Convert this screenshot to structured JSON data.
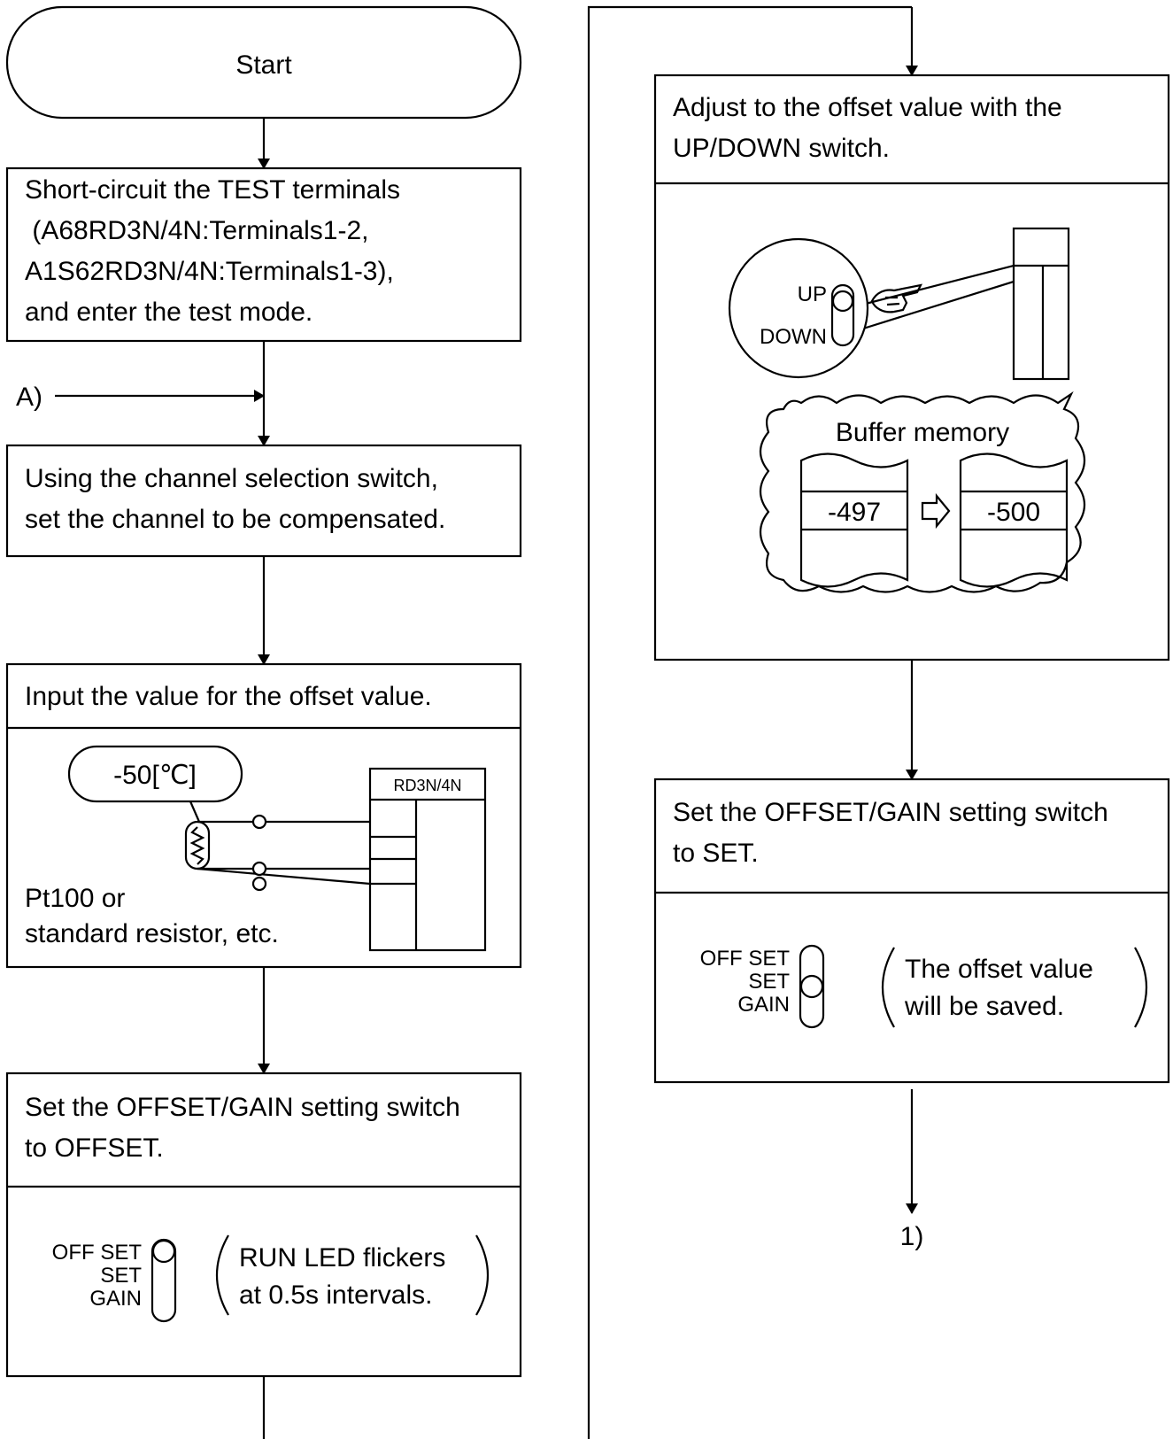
{
  "left": {
    "start": "Start",
    "step1": {
      "lines": [
        "Short-circuit the TEST terminals",
        " (A68RD3N/4N:Terminals1-2,",
        "A1S62RD3N/4N:Terminals1-3),",
        "and enter the test mode."
      ]
    },
    "connector_a": "A)",
    "step2": {
      "lines": [
        "Using the channel selection switch,",
        "set the channel to be compensated."
      ]
    },
    "step3": {
      "title": "Input the value for the offset value.",
      "temperature": "-50[℃]",
      "module": "RD3N/4N",
      "sensor_lines": [
        "Pt100 or",
        "standard resistor, etc."
      ]
    },
    "step4": {
      "title_lines": [
        "Set the OFFSET/GAIN setting switch",
        "to OFFSET."
      ],
      "switch_labels": [
        "OFF SET",
        "SET",
        "GAIN"
      ],
      "note_lines": [
        "RUN LED flickers",
        "at 0.5s intervals."
      ]
    }
  },
  "right": {
    "step5": {
      "title_lines": [
        "Adjust to the offset value with the",
        "UP/DOWN switch."
      ],
      "up": "UP",
      "down": "DOWN",
      "buffer_title": "Buffer memory",
      "value_before": "-497",
      "value_after": "-500"
    },
    "step6": {
      "title_lines": [
        "Set the OFFSET/GAIN setting switch",
        "to SET."
      ],
      "switch_labels": [
        "OFF SET",
        "SET",
        "GAIN"
      ],
      "note_lines": [
        "The offset value",
        "will be saved."
      ]
    },
    "connector_1": "1)"
  }
}
